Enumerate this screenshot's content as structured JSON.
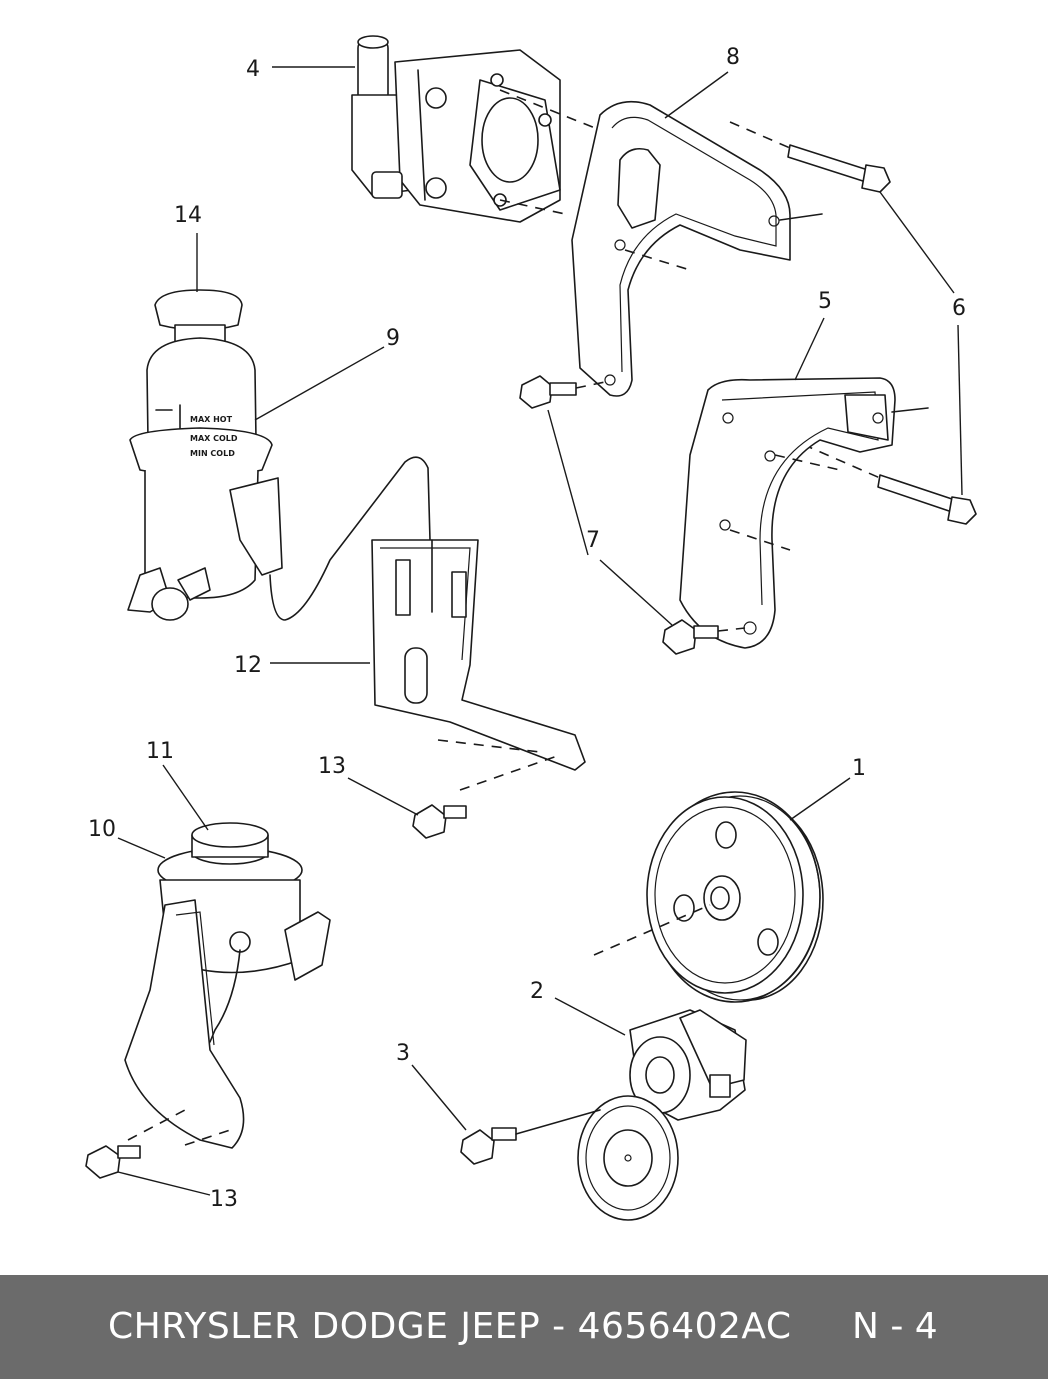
{
  "callouts": [
    "1",
    "2",
    "3",
    "4",
    "5",
    "6",
    "7",
    "8",
    "9",
    "10",
    "11",
    "12",
    "13",
    "13",
    "14"
  ],
  "reservoir_marks": [
    "MAX HOT",
    "MAX COLD",
    "MIN COLD"
  ],
  "footer": {
    "part_text": "CHRYSLER DODGE JEEP - 4656402AC",
    "page_text": "N - 4"
  },
  "colors": {
    "footer_bg": "#6b6b6b",
    "line": "#1a1a1a"
  }
}
